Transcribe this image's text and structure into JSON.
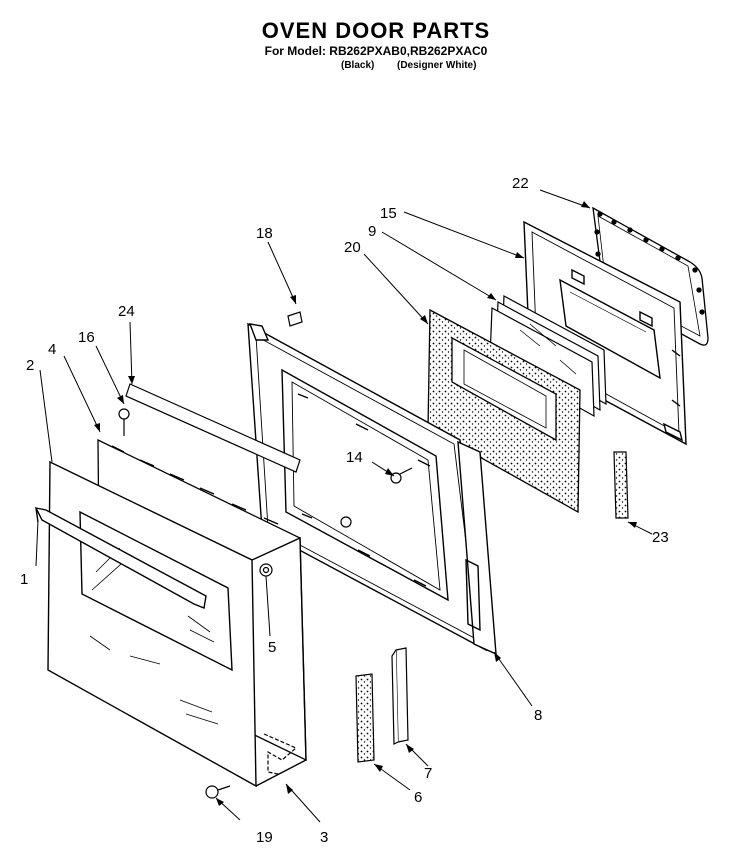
{
  "header": {
    "title": "OVEN DOOR PARTS",
    "models": "For Model: RB262PXAB0,RB262PXAC0",
    "finish_black": "(Black)",
    "finish_white": "(Designer White)"
  },
  "callouts": {
    "c1": "1",
    "c2": "2",
    "c3": "3",
    "c4": "4",
    "c5": "5",
    "c6": "6",
    "c7": "7",
    "c8": "8",
    "c9": "9",
    "c14": "14",
    "c15": "15",
    "c16": "16",
    "c18": "18",
    "c19": "19",
    "c20": "20",
    "c22": "22",
    "c23": "23",
    "c24": "24"
  }
}
